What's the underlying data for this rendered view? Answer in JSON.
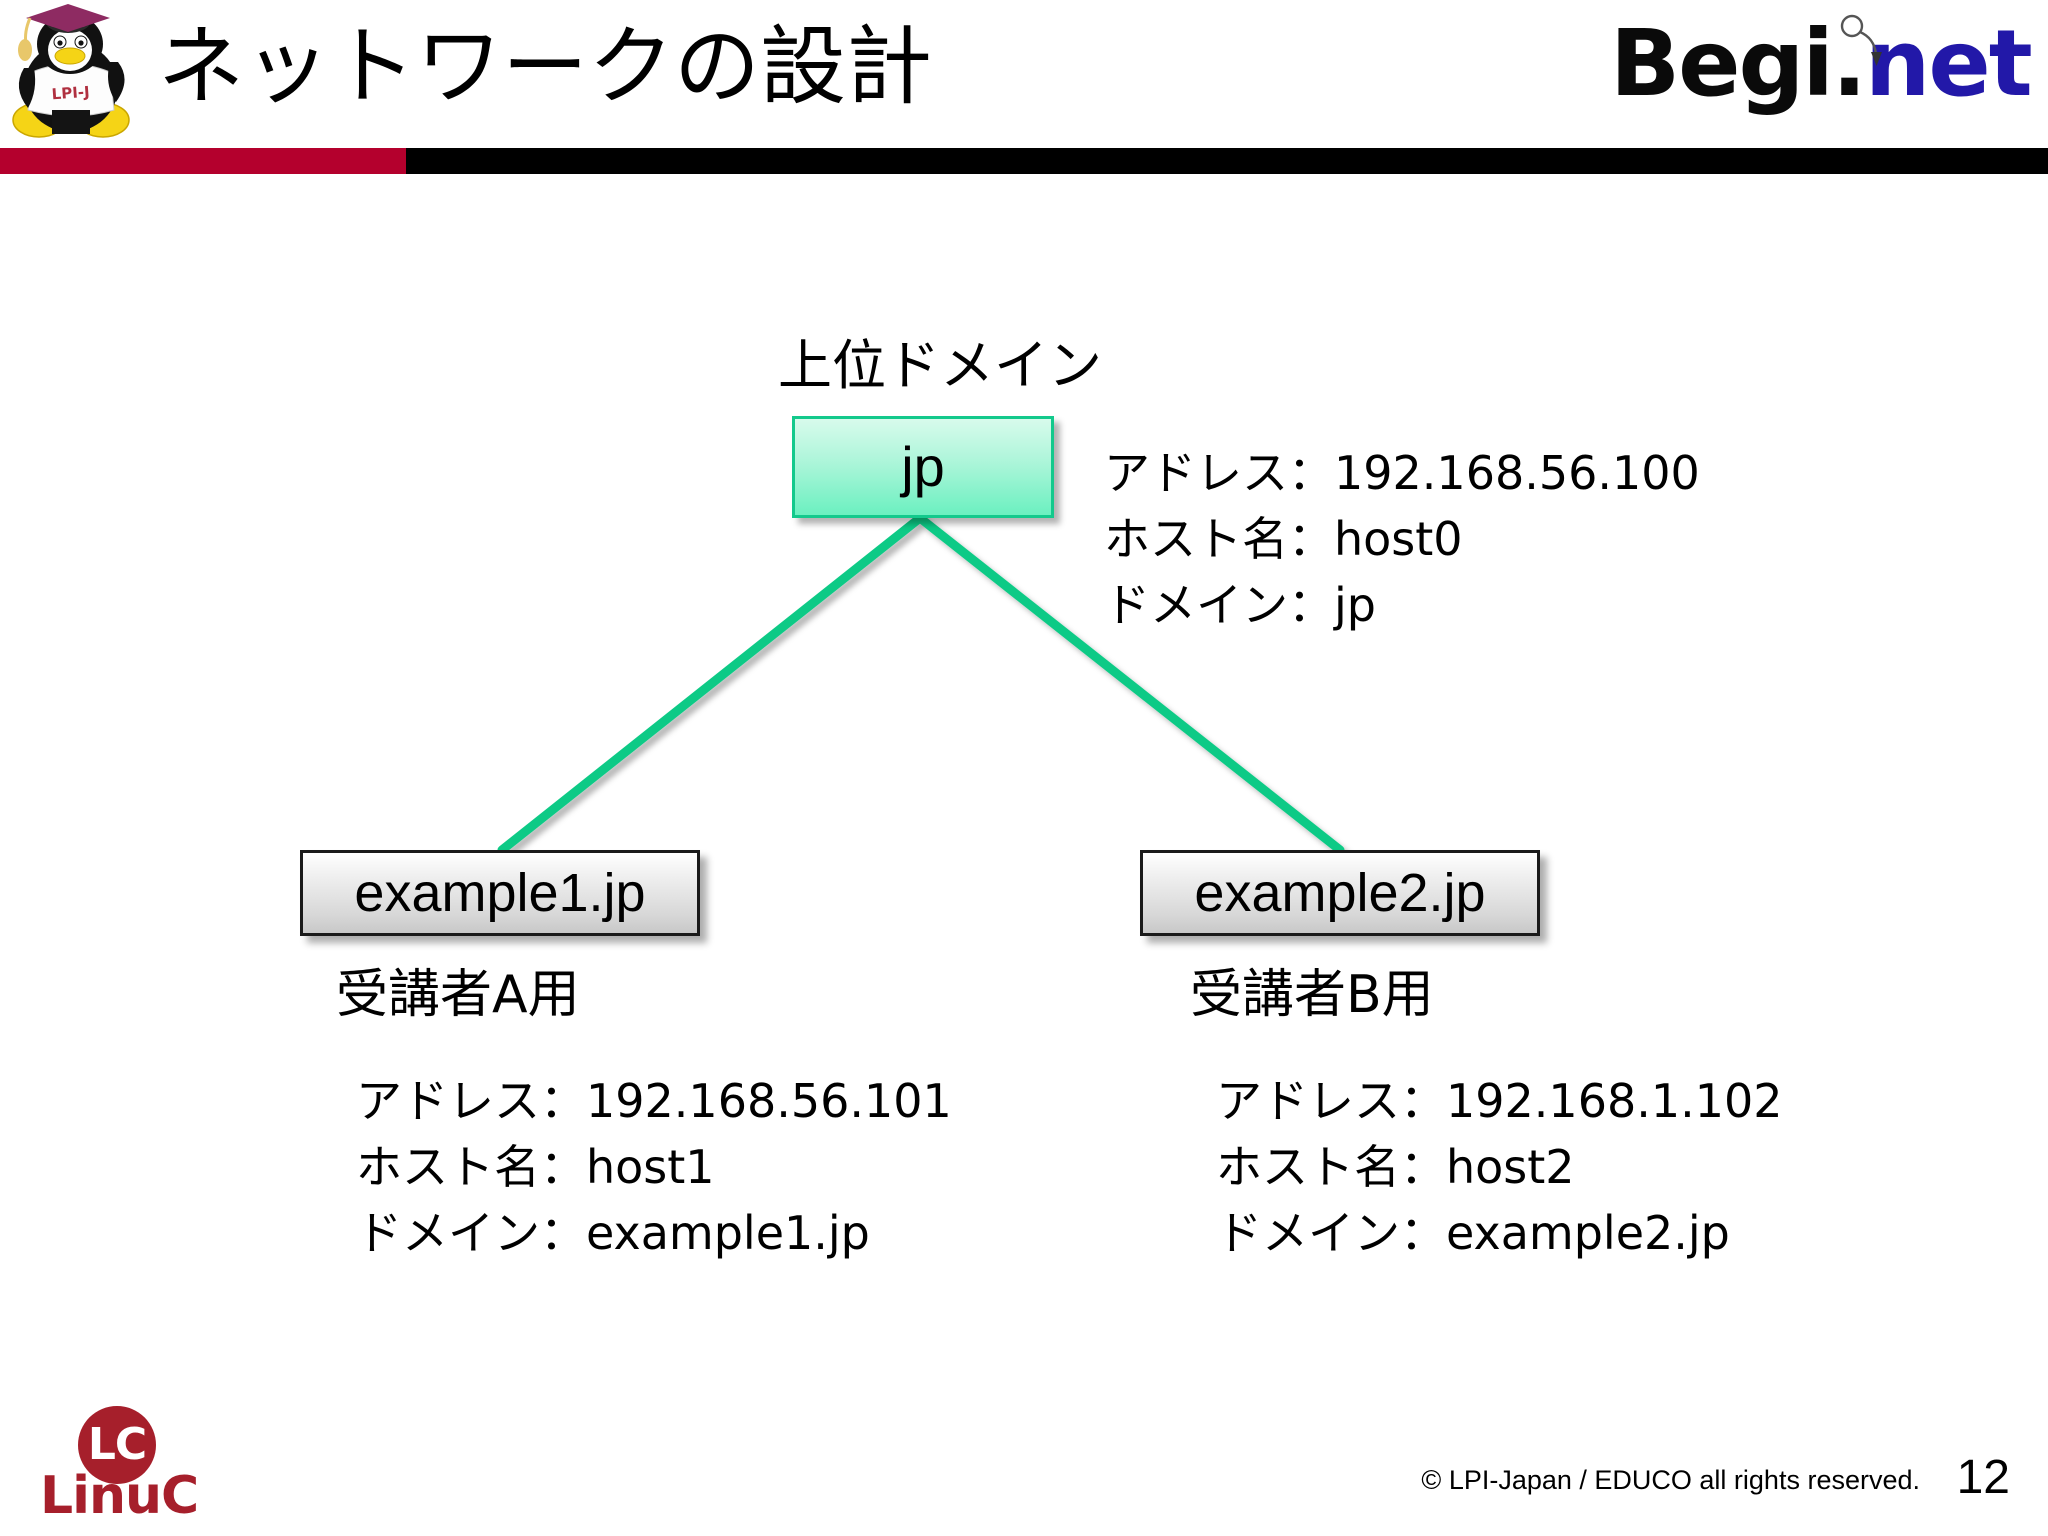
{
  "header": {
    "title": "ネットワークの設計",
    "mascot_icon": "penguin-mascot-icon",
    "brand": {
      "name_black": "Begi.",
      "name_blue": "net",
      "accent_icon": "circle-arrow-icon"
    },
    "divider_red_color": "#b4002d",
    "divider_black_color": "#000000"
  },
  "diagram": {
    "type": "tree",
    "parent_caption": "上位ドメイン",
    "root": {
      "label": "jp",
      "fill_color": "#a9f5d8",
      "border_color": "#13c98c",
      "info": {
        "address": "アドレス：192.168.56.100",
        "hostname": "ホスト名：host0",
        "domain": "ドメイン：jp"
      }
    },
    "connector_color": "#0fca86",
    "children": [
      {
        "label": "example1.jp",
        "role": "受講者A用",
        "info": {
          "address": "アドレス：192.168.56.101",
          "hostname": "ホスト名：host1",
          "domain": "ドメイン：example1.jp"
        }
      },
      {
        "label": "example2.jp",
        "role": "受講者B用",
        "info": {
          "address": "アドレス：192.168.1.102",
          "hostname": "ホスト名：host2",
          "domain": "ドメイン：example2.jp"
        }
      }
    ]
  },
  "footer": {
    "logo_mark": "LC",
    "logo_wordmark": "LinuC",
    "logo_color": "#a61f2b",
    "copyright": "© LPI-Japan / EDUCO all rights reserved.",
    "page_number": "12"
  }
}
